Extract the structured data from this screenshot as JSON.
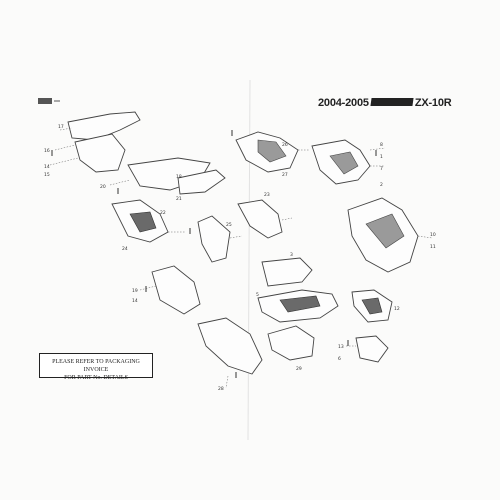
{
  "header": {
    "years": "2004-2005",
    "model": "ZX-10R"
  },
  "notice": {
    "line1": "PLEASE REFER TO PACKAGING INVOICE",
    "line2": "FOR PART No. DETAILS"
  },
  "callouts": [
    "14",
    "15",
    "16",
    "17",
    "18",
    "19",
    "20",
    "21",
    "22",
    "23",
    "24",
    "25",
    "26",
    "27",
    "28",
    "29",
    "1",
    "2",
    "3",
    "5",
    "6",
    "7",
    "8",
    "10",
    "11",
    "12",
    "13"
  ],
  "colors": {
    "ink": "#333333",
    "paper": "#fbfbfa"
  }
}
